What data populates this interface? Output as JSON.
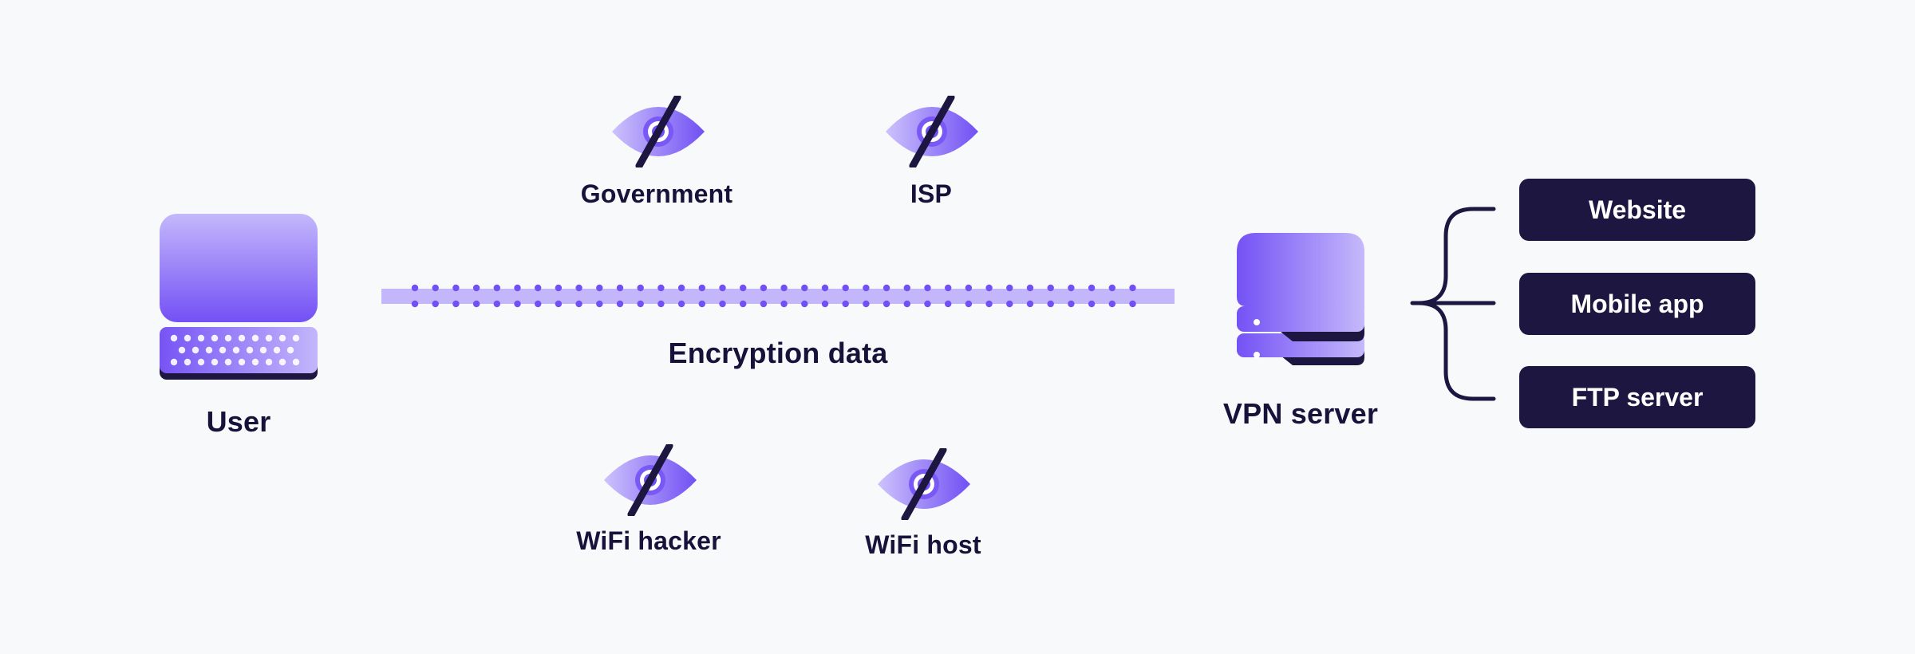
{
  "diagram": {
    "user_label": "User",
    "vpn_label": "VPN server",
    "tunnel_label": "Encryption data",
    "observers": [
      "Government",
      "ISP",
      "WiFi hacker",
      "WiFi host"
    ],
    "destinations": [
      "Website",
      "Mobile app",
      "FTP server"
    ]
  },
  "colors": {
    "background": "#f8f9fb",
    "dark": "#1c1640",
    "accent": "#7452f5",
    "accent_light": "#c2b4fb"
  },
  "icons": {
    "user": "computer-icon",
    "server": "server-stack-icon",
    "observer": "eye-slash-icon"
  }
}
